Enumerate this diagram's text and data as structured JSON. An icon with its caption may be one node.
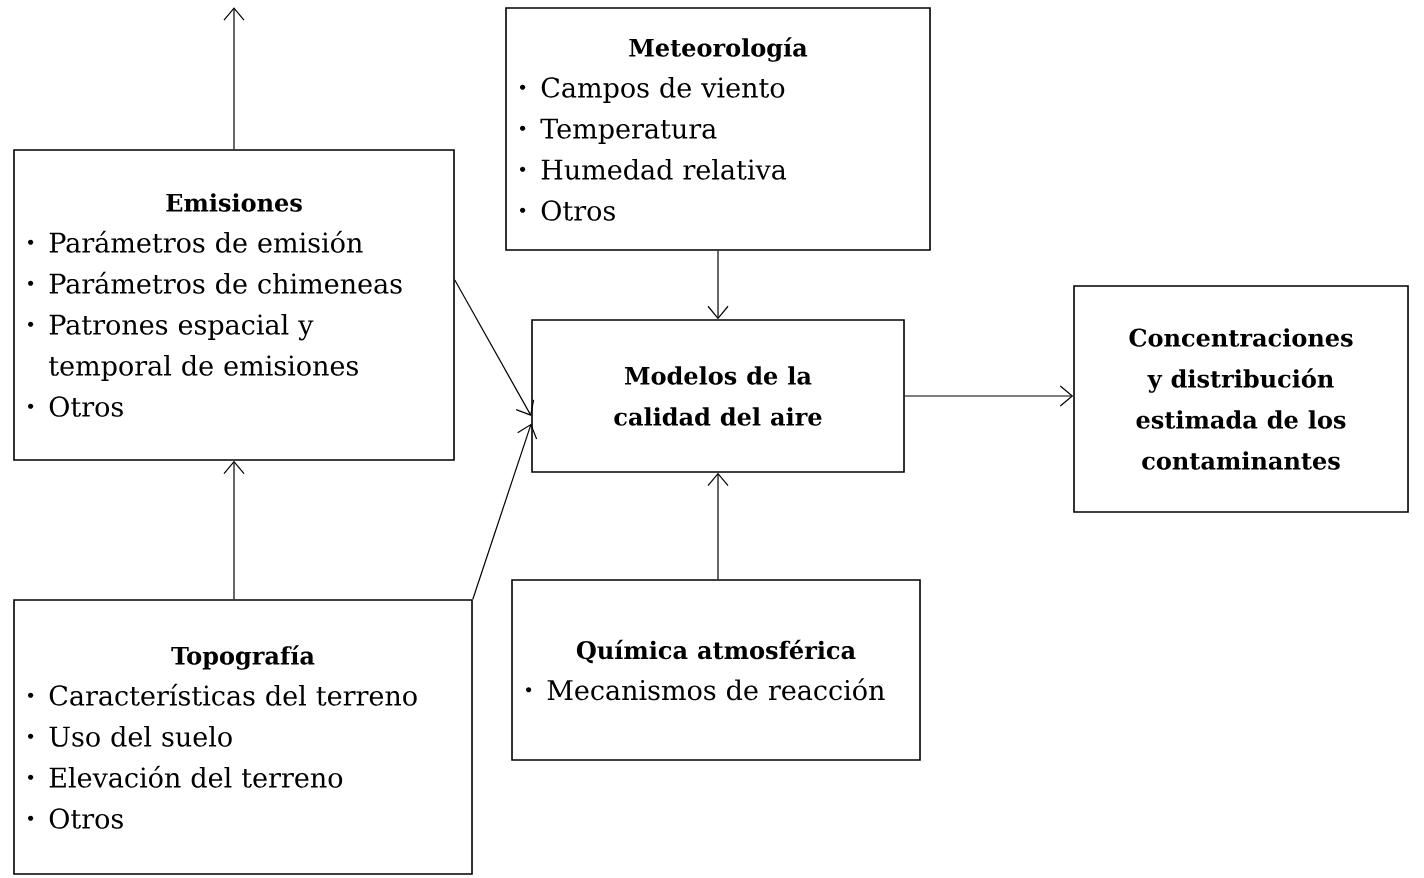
{
  "diagram": {
    "nodes": [
      {
        "text": [
          "Emisiones",
          "Parámetros de emisión",
          "Parámetros de chimeneas",
          "Patrones espacial y temporal de emisiones",
          "Otros"
        ]
      },
      {
        "text": [
          "Meteorología",
          "Campos de viento",
          "Temperatura",
          "Humedad relativa",
          "Otros"
        ]
      },
      {
        "text": [
          "Modelos de la calidad del aire"
        ]
      },
      {
        "text": [
          "Concentraciones y distribución estimada de los contaminantes"
        ]
      },
      {
        "text": [
          "Topografía",
          "Características del terreno",
          "Uso del suelo",
          "Elevación del terreno",
          "Otros"
        ]
      },
      {
        "text": [
          "Química atmosférica",
          "Mecanismos de reacción"
        ]
      }
    ],
    "edges": [
      {
        "from": 0,
        "to": null,
        "arrow": "to"
      },
      {
        "from": 1,
        "to": 2,
        "arrow": "to"
      },
      {
        "from": 0,
        "to": 2,
        "arrow": "to"
      },
      {
        "from": 4,
        "to": 0,
        "arrow": "to"
      },
      {
        "from": 4,
        "to": 2,
        "arrow": "to"
      },
      {
        "from": 5,
        "to": 2,
        "arrow": "to"
      },
      {
        "from": 2,
        "to": 3,
        "arrow": "to"
      }
    ]
  }
}
